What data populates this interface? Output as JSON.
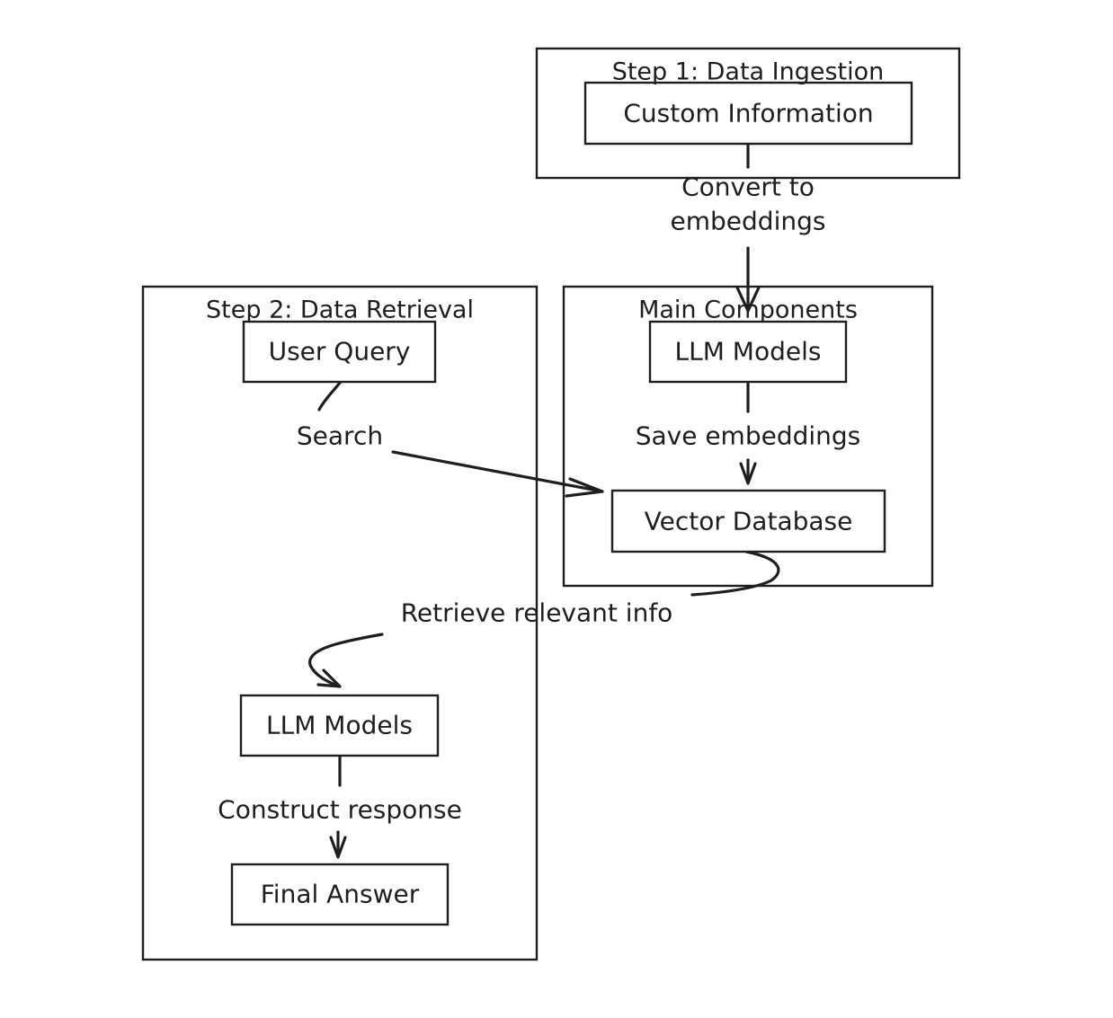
{
  "diagram": {
    "groups": {
      "ingestion": {
        "title": "Step 1: Data Ingestion"
      },
      "main": {
        "title": "Main Components"
      },
      "retrieval": {
        "title": "Step 2: Data Retrieval"
      }
    },
    "nodes": {
      "custom_info": "Custom Information",
      "llm_main": "LLM Models",
      "vector_db": "Vector Database",
      "user_query": "User Query",
      "llm_retrieval": "LLM Models",
      "final_answer": "Final Answer"
    },
    "edges": {
      "convert_line1": "Convert to",
      "convert_line2": "embeddings",
      "save_embeddings": "Save embeddings",
      "search": "Search",
      "retrieve": "Retrieve relevant info",
      "construct": "Construct response"
    },
    "colors": {
      "stroke": "#1e1e1e",
      "background": "#ffffff"
    }
  }
}
